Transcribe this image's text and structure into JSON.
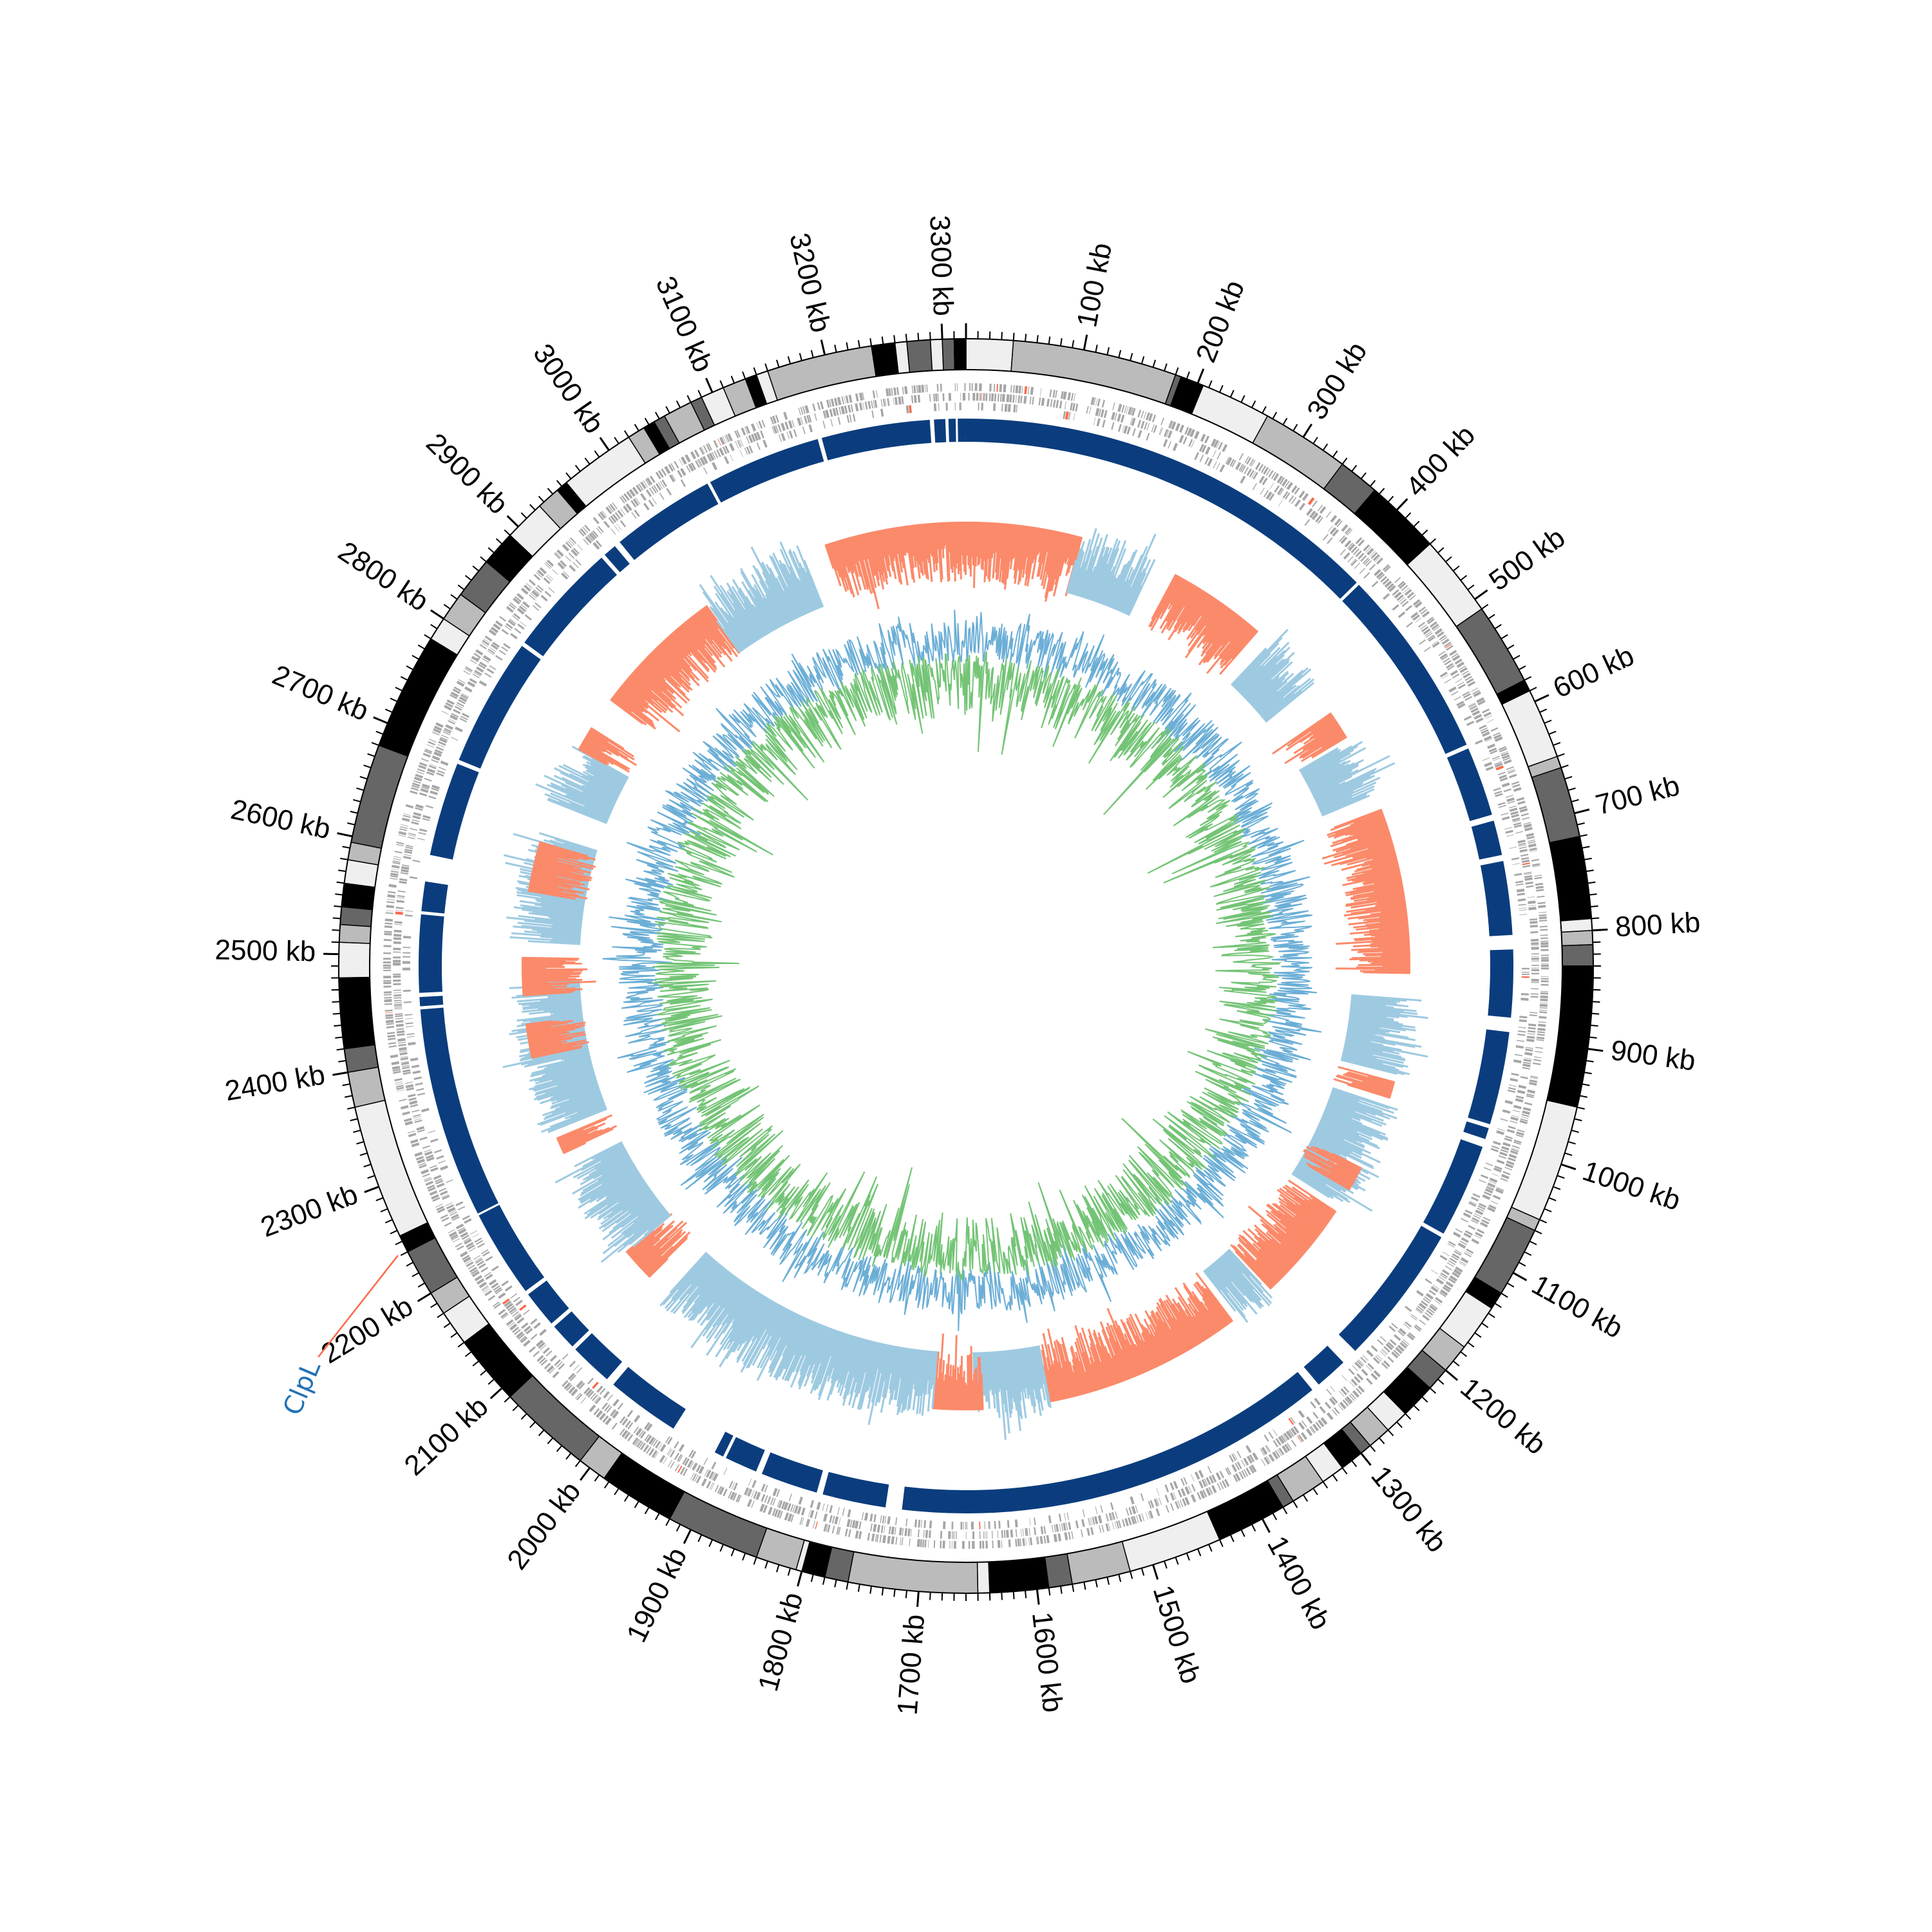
{
  "genome": {
    "length_kb": 3320,
    "unit": "kb"
  },
  "colors": {
    "band_light": "#efefef",
    "band_grey": "#bbbbbb",
    "band_dark": "#666666",
    "band_black": "#000000",
    "gene": "#a6a6a6",
    "gene_highlight": "#fb6a4a",
    "contig_ring": "#0b3d7e",
    "skew_positive": "#fb8a6a",
    "skew_negative": "#9ecae1",
    "line_blue": "#6baed6",
    "line_green": "#74c476",
    "annotation_text": "#2171b5",
    "annotation_line": "#fb6a4a"
  },
  "ticks": [
    {
      "kb": 100,
      "label": "100 kb"
    },
    {
      "kb": 200,
      "label": "200 kb"
    },
    {
      "kb": 300,
      "label": "300 kb"
    },
    {
      "kb": 400,
      "label": "400 kb"
    },
    {
      "kb": 500,
      "label": "500 kb"
    },
    {
      "kb": 600,
      "label": "600 kb"
    },
    {
      "kb": 700,
      "label": "700 kb"
    },
    {
      "kb": 800,
      "label": "800 kb"
    },
    {
      "kb": 900,
      "label": "900 kb"
    },
    {
      "kb": 1000,
      "label": "1000 kb"
    },
    {
      "kb": 1100,
      "label": "1100 kb"
    },
    {
      "kb": 1200,
      "label": "1200 kb"
    },
    {
      "kb": 1300,
      "label": "1300 kb"
    },
    {
      "kb": 1400,
      "label": "1400 kb"
    },
    {
      "kb": 1500,
      "label": "1500 kb"
    },
    {
      "kb": 1600,
      "label": "1600 kb"
    },
    {
      "kb": 1700,
      "label": "1700 kb"
    },
    {
      "kb": 1800,
      "label": "1800 kb"
    },
    {
      "kb": 1900,
      "label": "1900 kb"
    },
    {
      "kb": 2000,
      "label": "2000 kb"
    },
    {
      "kb": 2100,
      "label": "2100 kb"
    },
    {
      "kb": 2200,
      "label": "2200 kb"
    },
    {
      "kb": 2300,
      "label": "2300 kb"
    },
    {
      "kb": 2400,
      "label": "2400 kb"
    },
    {
      "kb": 2500,
      "label": "2500 kb"
    },
    {
      "kb": 2600,
      "label": "2600 kb"
    },
    {
      "kb": 2700,
      "label": "2700 kb"
    },
    {
      "kb": 2800,
      "label": "2800 kb"
    },
    {
      "kb": 2900,
      "label": "2900 kb"
    },
    {
      "kb": 3000,
      "label": "3000 kb"
    },
    {
      "kb": 3100,
      "label": "3100 kb"
    },
    {
      "kb": 3200,
      "label": "3200 kb"
    },
    {
      "kb": 3300,
      "label": "3300 kb"
    }
  ],
  "bands": [
    [
      0,
      40,
      "l"
    ],
    [
      40,
      180,
      "g"
    ],
    [
      180,
      185,
      "d"
    ],
    [
      185,
      205,
      "b"
    ],
    [
      205,
      265,
      "l"
    ],
    [
      265,
      340,
      "g"
    ],
    [
      340,
      375,
      "d"
    ],
    [
      375,
      440,
      "b"
    ],
    [
      440,
      510,
      "l"
    ],
    [
      510,
      580,
      "d"
    ],
    [
      580,
      590,
      "b"
    ],
    [
      590,
      650,
      "l"
    ],
    [
      650,
      660,
      "g"
    ],
    [
      660,
      720,
      "d"
    ],
    [
      720,
      790,
      "b"
    ],
    [
      790,
      800,
      "l"
    ],
    [
      800,
      812,
      "g"
    ],
    [
      812,
      830,
      "d"
    ],
    [
      830,
      950,
      "b"
    ],
    [
      950,
      1050,
      "l"
    ],
    [
      1050,
      1060,
      "g"
    ],
    [
      1060,
      1120,
      "d"
    ],
    [
      1120,
      1135,
      "b"
    ],
    [
      1135,
      1175,
      "l"
    ],
    [
      1175,
      1200,
      "g"
    ],
    [
      1200,
      1220,
      "d"
    ],
    [
      1220,
      1250,
      "b"
    ],
    [
      1250,
      1270,
      "l"
    ],
    [
      1270,
      1290,
      "g"
    ],
    [
      1290,
      1300,
      "d"
    ],
    [
      1300,
      1320,
      "b"
    ],
    [
      1320,
      1340,
      "l"
    ],
    [
      1340,
      1370,
      "g"
    ],
    [
      1370,
      1380,
      "d"
    ],
    [
      1380,
      1440,
      "b"
    ],
    [
      1440,
      1520,
      "l"
    ],
    [
      1520,
      1570,
      "g"
    ],
    [
      1570,
      1590,
      "d"
    ],
    [
      1590,
      1640,
      "b"
    ],
    [
      1640,
      1650,
      "l"
    ],
    [
      1650,
      1760,
      "g"
    ],
    [
      1760,
      1780,
      "d"
    ],
    [
      1780,
      1800,
      "b"
    ],
    [
      1800,
      1805,
      "l"
    ],
    [
      1805,
      1840,
      "g"
    ],
    [
      1840,
      1920,
      "d"
    ],
    [
      1920,
      1985,
      "b"
    ],
    [
      1985,
      2010,
      "g"
    ],
    [
      2010,
      2090,
      "d"
    ],
    [
      2090,
      2150,
      "b"
    ],
    [
      2150,
      2180,
      "l"
    ],
    [
      2180,
      2200,
      "g"
    ],
    [
      2200,
      2240,
      "d"
    ],
    [
      2240,
      2255,
      "b"
    ],
    [
      2255,
      2370,
      "l"
    ],
    [
      2370,
      2400,
      "g"
    ],
    [
      2400,
      2420,
      "d"
    ],
    [
      2420,
      2480,
      "b"
    ],
    [
      2480,
      2510,
      "l"
    ],
    [
      2510,
      2525,
      "g"
    ],
    [
      2525,
      2540,
      "d"
    ],
    [
      2540,
      2560,
      "b"
    ],
    [
      2560,
      2580,
      "l"
    ],
    [
      2580,
      2595,
      "g"
    ],
    [
      2595,
      2680,
      "d"
    ],
    [
      2680,
      2780,
      "b"
    ],
    [
      2780,
      2800,
      "l"
    ],
    [
      2800,
      2825,
      "g"
    ],
    [
      2825,
      2860,
      "d"
    ],
    [
      2860,
      2890,
      "b"
    ],
    [
      2890,
      2925,
      "l"
    ],
    [
      2925,
      2945,
      "g"
    ],
    [
      2945,
      2955,
      "b"
    ],
    [
      2955,
      3020,
      "l"
    ],
    [
      3020,
      3035,
      "g"
    ],
    [
      3035,
      3045,
      "b"
    ],
    [
      3045,
      3055,
      "d"
    ],
    [
      3055,
      3080,
      "g"
    ],
    [
      3080,
      3090,
      "d"
    ],
    [
      3090,
      3110,
      "l"
    ],
    [
      3110,
      3130,
      "g"
    ],
    [
      3130,
      3140,
      "b"
    ],
    [
      3140,
      3150,
      "l"
    ],
    [
      3150,
      3240,
      "g"
    ],
    [
      3240,
      3260,
      "b"
    ],
    [
      3260,
      3270,
      "l"
    ],
    [
      3270,
      3290,
      "d"
    ],
    [
      3290,
      3300,
      "l"
    ],
    [
      3300,
      3310,
      "d"
    ],
    [
      3310,
      3320,
      "b"
    ]
  ],
  "contig_gaps": [
    [
      3285,
      3289
    ],
    [
      3300,
      3303
    ],
    [
      3310,
      3312
    ],
    [
      3175,
      3179
    ],
    [
      3060,
      3063
    ],
    [
      2952,
      2958
    ],
    [
      2935,
      2939
    ],
    [
      2820,
      2824
    ],
    [
      2690,
      2694
    ],
    [
      2572,
      2598
    ],
    [
      2540,
      2543
    ],
    [
      2460,
      2464
    ],
    [
      2448,
      2451
    ],
    [
      2240,
      2242
    ],
    [
      2150,
      2154
    ],
    [
      2110,
      2114
    ],
    [
      2080,
      2084
    ],
    [
      2030,
      2038
    ],
    [
      1912,
      1958
    ],
    [
      1900,
      1903
    ],
    [
      1862,
      1868
    ],
    [
      1800,
      1806
    ],
    [
      1722,
      1738
    ],
    [
      1290,
      1298
    ],
    [
      1242,
      1258
    ],
    [
      1100,
      1104
    ],
    [
      1000,
      1008
    ],
    [
      985,
      989
    ],
    [
      880,
      894
    ],
    [
      800,
      814
    ],
    [
      722,
      728
    ],
    [
      682,
      688
    ],
    [
      610,
      614
    ],
    [
      420,
      423
    ]
  ],
  "skew_segments": [
    [
      3230,
      3320,
      1
    ],
    [
      0,
      140,
      1
    ],
    [
      140,
      230,
      -1
    ],
    [
      260,
      380,
      1
    ],
    [
      400,
      470,
      -1
    ],
    [
      510,
      545,
      1
    ],
    [
      550,
      620,
      -1
    ],
    [
      640,
      840,
      1
    ],
    [
      870,
      960,
      -1
    ],
    [
      970,
      990,
      1
    ],
    [
      1000,
      1130,
      -1
    ],
    [
      1080,
      1110,
      1
    ],
    [
      1140,
      1260,
      1
    ],
    [
      1265,
      1310,
      -1
    ],
    [
      1320,
      1560,
      1
    ],
    [
      1560,
      1650,
      -1
    ],
    [
      1640,
      1700,
      1
    ],
    [
      1700,
      2050,
      -1
    ],
    [
      2080,
      2120,
      1
    ],
    [
      2120,
      2240,
      -1
    ],
    [
      2260,
      2280,
      1
    ],
    [
      2290,
      2470,
      -1
    ],
    [
      2380,
      2420,
      1
    ],
    [
      2455,
      2500,
      1
    ],
    [
      2520,
      2650,
      -1
    ],
    [
      2580,
      2640,
      1
    ],
    [
      2690,
      2760,
      -1
    ],
    [
      2760,
      2790,
      1
    ],
    [
      2830,
      2990,
      1
    ],
    [
      2990,
      3120,
      -1
    ],
    [
      3150,
      3230,
      1
    ]
  ],
  "annotation": {
    "label": "ClpL",
    "kb": 2241
  }
}
